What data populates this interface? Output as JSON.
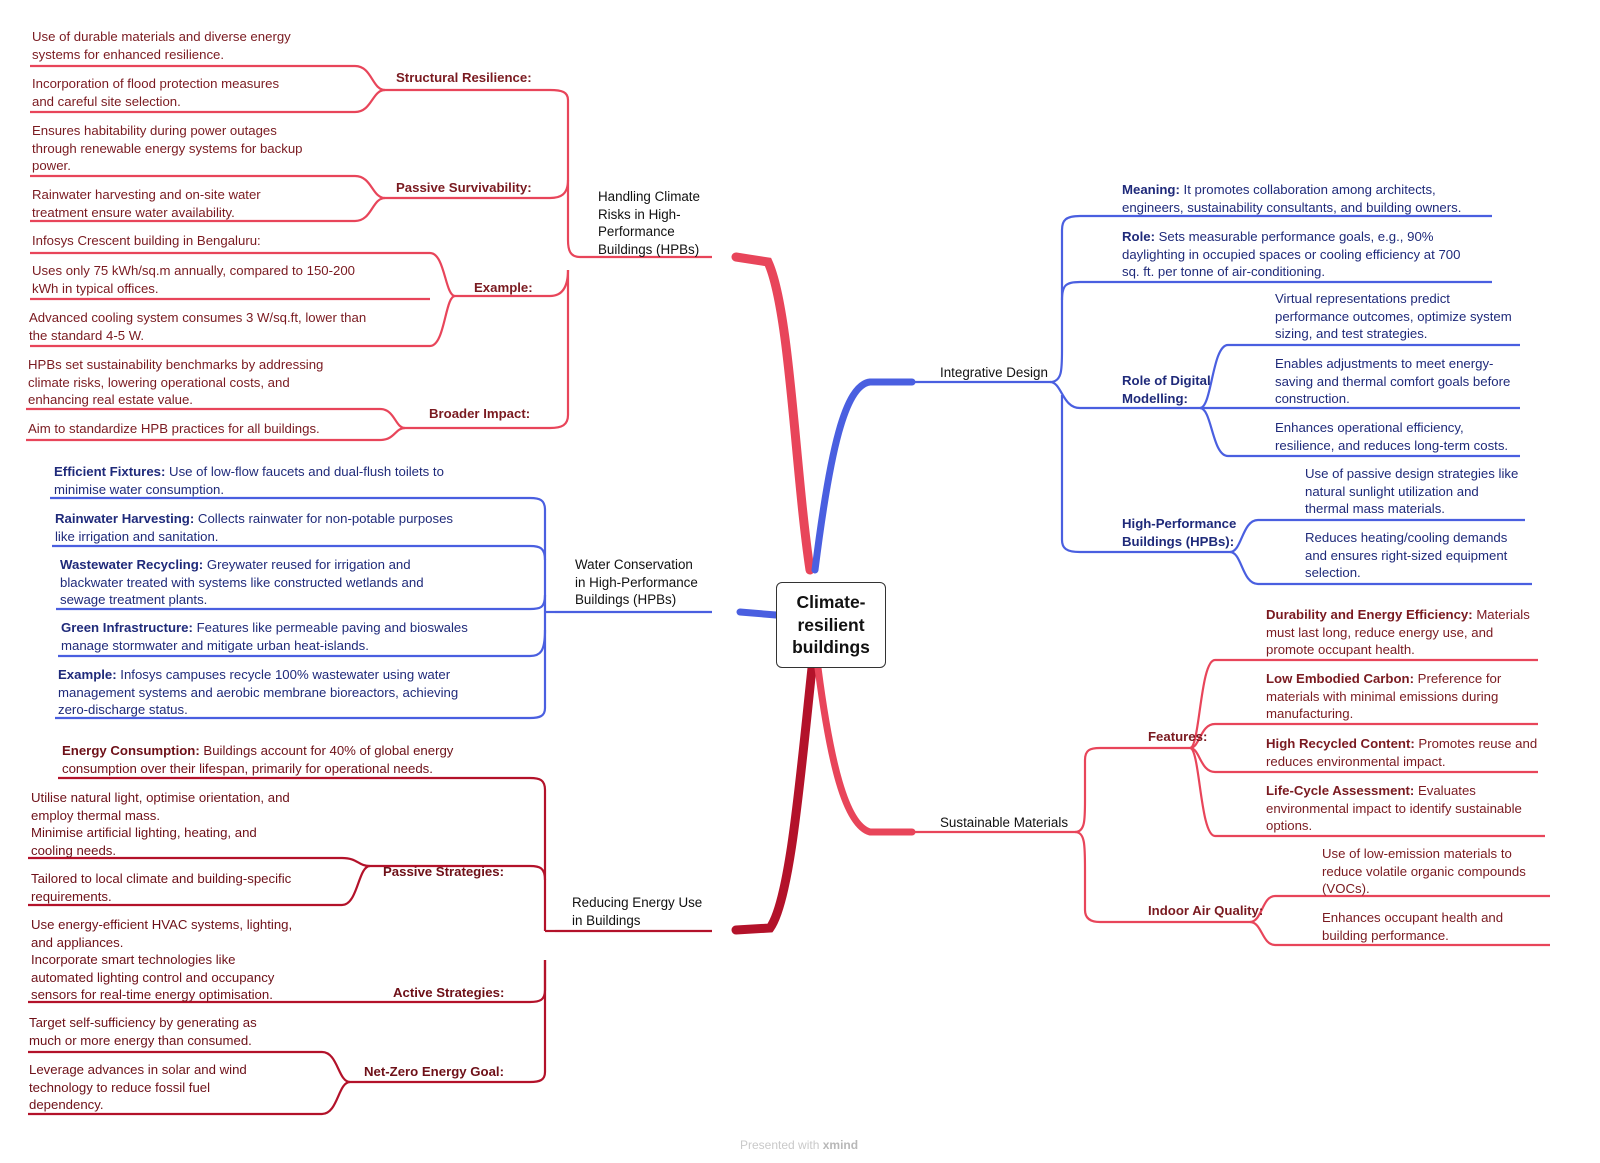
{
  "center": {
    "lines": [
      "Climate-",
      "resilient",
      "buildings"
    ]
  },
  "colors": {
    "red": "#e8455a",
    "blue": "#4a5fe0",
    "crimson": "#b3122a"
  },
  "branches": {
    "climate": {
      "lines": [
        "Handling Climate",
        "Risks in High-",
        "Performance",
        "Buildings (HPBs)"
      ],
      "structural": "Structural Resilience:",
      "s1": [
        "Use of durable materials and diverse energy",
        "systems for enhanced resilience."
      ],
      "s2": [
        "Incorporation of flood protection measures",
        "and careful site selection."
      ],
      "passive": "Passive Survivability:",
      "p1": [
        "Ensures habitability during power outages",
        "through renewable energy systems for backup",
        "power."
      ],
      "p2": [
        "Rainwater harvesting and on-site water",
        "treatment ensure water availability."
      ],
      "example": "Example:",
      "e1": [
        "Infosys Crescent building in Bengaluru:"
      ],
      "e2": [
        "Uses only 75 kWh/sq.m annually, compared to 150-200",
        "kWh in typical offices."
      ],
      "e3": [
        "Advanced cooling system consumes 3 W/sq.ft, lower than",
        "the standard 4-5 W."
      ],
      "broader": "Broader Impact:",
      "b1": [
        "HPBs set sustainability benchmarks by addressing",
        "climate risks, lowering operational costs, and",
        "enhancing real estate value."
      ],
      "b2": [
        "Aim to standardize HPB practices for all buildings."
      ]
    },
    "water": {
      "lines": [
        "Water Conservation",
        "in High-Performance",
        "Buildings (HPBs)"
      ],
      "w1": {
        "label": "Efficient Fixtures:",
        "lines": [
          " Use of low-flow faucets and dual-flush toilets to",
          "minimise water consumption."
        ]
      },
      "w2": {
        "label": "Rainwater Harvesting:",
        "lines": [
          " Collects rainwater for non-potable purposes",
          "like irrigation and sanitation."
        ]
      },
      "w3": {
        "label": "Wastewater Recycling:",
        "lines": [
          " Greywater reused for irrigation and",
          "blackwater treated with systems like constructed wetlands and",
          "sewage treatment plants."
        ]
      },
      "w4": {
        "label": "Green Infrastructure:",
        "lines": [
          " Features like permeable paving and bioswales",
          "manage stormwater and mitigate urban heat-islands."
        ]
      },
      "w5": {
        "label": "Example:",
        "lines": [
          " Infosys campuses recycle 100% wastewater using water",
          "management systems and aerobic membrane bioreactors, achieving",
          "zero-discharge status."
        ]
      }
    },
    "energy": {
      "lines": [
        "Reducing Energy Use",
        "in Buildings"
      ],
      "c1": {
        "label": "Energy Consumption:",
        "lines": [
          " Buildings account for 40% of global energy",
          "consumption over their lifespan, primarily for operational needs."
        ]
      },
      "passive": "Passive Strategies:",
      "ps1": [
        "Utilise natural light, optimise orientation, and",
        "employ thermal mass.",
        "Minimise artificial lighting, heating, and",
        "cooling needs."
      ],
      "ps2": [
        "Tailored to local climate and building-specific",
        "requirements."
      ],
      "active": "Active Strategies:",
      "as1": [
        "Use energy-efficient HVAC systems, lighting,",
        "and appliances.",
        "Incorporate smart technologies like",
        "automated lighting control and occupancy",
        "sensors for real-time energy optimisation."
      ],
      "netzero": "Net-Zero Energy Goal:",
      "nz1": [
        "Target self-sufficiency by generating as",
        "much or more energy than consumed."
      ],
      "nz2": [
        "Leverage advances in solar and wind",
        "technology to reduce fossil fuel",
        "dependency."
      ]
    },
    "integrative": {
      "title": "Integrative Design",
      "meaning": {
        "label": "Meaning:",
        "lines": [
          " It promotes collaboration among architects,",
          "engineers, sustainability consultants, and building owners."
        ]
      },
      "role": {
        "label": "Role:",
        "lines": [
          " Sets measurable performance goals, e.g., 90%",
          "daylighting in occupied spaces or cooling efficiency at 700",
          "sq. ft. per tonne of air-conditioning."
        ]
      },
      "digital": [
        "Role of Digital",
        "Modelling:"
      ],
      "d1": [
        "Virtual representations predict",
        "performance outcomes, optimize system",
        "sizing, and test strategies."
      ],
      "d2": [
        "Enables adjustments to meet energy-",
        "saving and thermal comfort goals before",
        "construction."
      ],
      "d3": [
        "Enhances operational efficiency,",
        "resilience, and reduces long-term costs."
      ],
      "hpb": [
        "High-Performance",
        "Buildings (HPBs):"
      ],
      "h1": [
        "Use of passive design strategies like",
        "natural sunlight utilization and",
        "thermal mass materials."
      ],
      "h2": [
        "Reduces heating/cooling demands",
        "and ensures right-sized equipment",
        "selection."
      ]
    },
    "materials": {
      "title": "Sustainable Materials",
      "features": "Features:",
      "f1": {
        "label": "Durability and Energy Efficiency:",
        "lines": [
          " Materials",
          "must last long, reduce energy use, and",
          "promote occupant health."
        ]
      },
      "f2": {
        "label": "Low Embodied Carbon:",
        "lines": [
          " Preference for",
          "materials with minimal emissions during",
          "manufacturing."
        ]
      },
      "f3": {
        "label": "High Recycled Content:",
        "lines": [
          " Promotes reuse and",
          "reduces environmental impact."
        ]
      },
      "f4": {
        "label": "Life-Cycle Assessment:",
        "lines": [
          " Evaluates",
          "environmental impact to identify sustainable",
          "options."
        ]
      },
      "iaq": "Indoor Air Quality:",
      "q1": [
        "Use of low-emission materials to",
        "reduce volatile organic compounds",
        "(VOCs)."
      ],
      "q2": [
        "Enhances occupant health and",
        "building performance."
      ]
    }
  },
  "credit": {
    "prefix": "Presented with ",
    "brand": "xmind"
  }
}
